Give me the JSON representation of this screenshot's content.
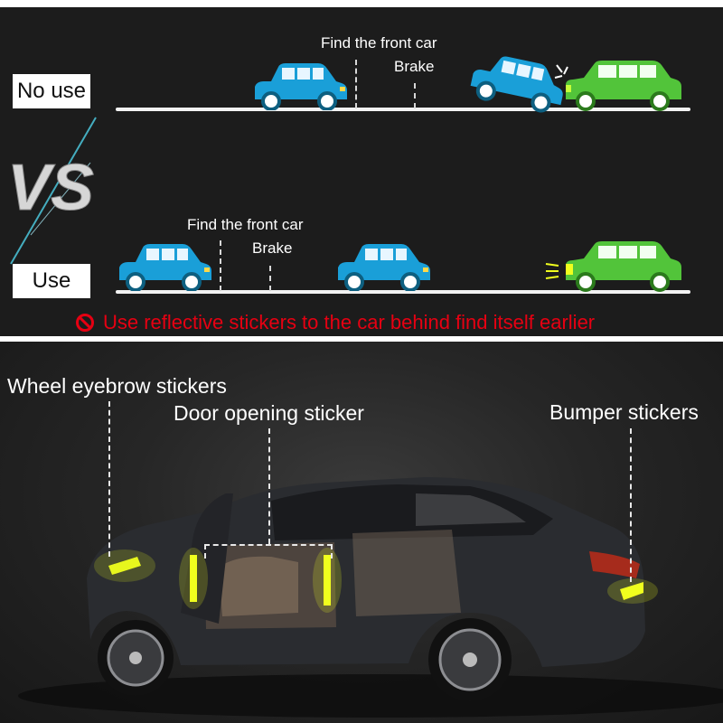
{
  "comparison": {
    "no_use_label": "No use",
    "use_label": "Use",
    "vs_text": "VS",
    "no_use_row": {
      "find_label": "Find the front car",
      "brake_label": "Brake"
    },
    "use_row": {
      "find_label": "Find the front car",
      "brake_label": "Brake"
    },
    "warning_text": "Use reflective stickers to the car behind find itself earlier",
    "warning_icon": "no-entry-icon"
  },
  "callouts": {
    "wheel": "Wheel eyebrow stickers",
    "door": "Door opening sticker",
    "bumper": "Bumper stickers"
  },
  "colors": {
    "background_dark": "#1c1c1c",
    "blue_car": "#1a9fd8",
    "green_car": "#52c43a",
    "warning_red": "#e60012",
    "reflective_yellow": "#f0ff1e",
    "road_white": "#f2f2f2"
  }
}
